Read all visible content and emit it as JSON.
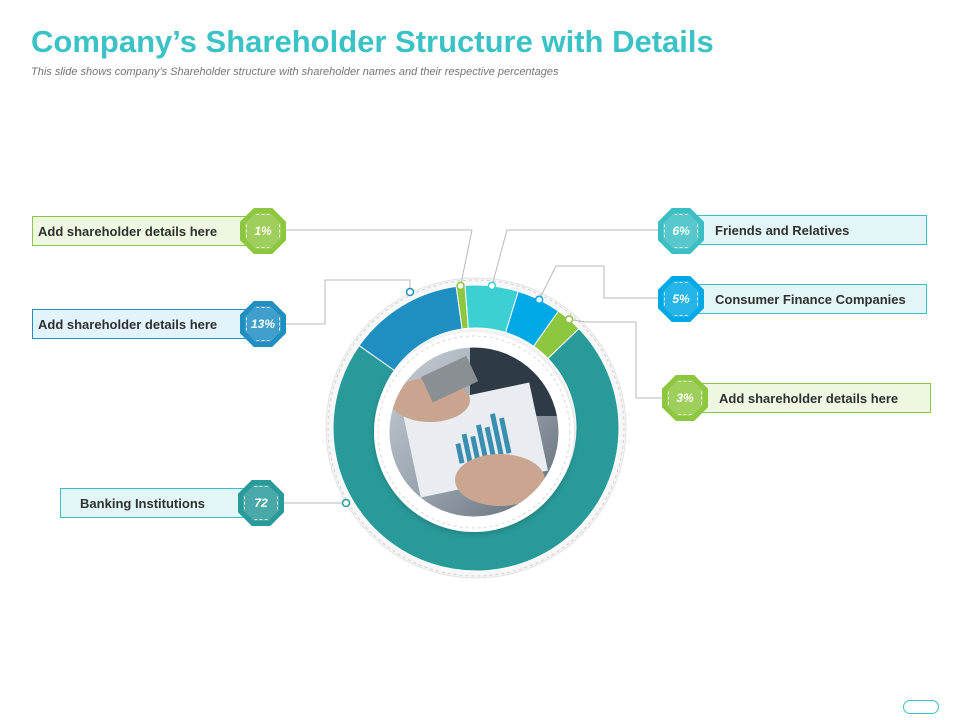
{
  "title": "Company’s Shareholder Structure with Details",
  "subtitle": "This slide shows company’s Shareholder structure with shareholder names and their respective percentages",
  "colors": {
    "title": "#3bc2c6",
    "green": "#8dc63f",
    "teal": "#3cbfc4",
    "sky": "#00a9e6",
    "blue": "#1f8fc2",
    "darkTeal": "#289a99"
  },
  "chart_data": {
    "type": "pie",
    "variant": "donut",
    "center_image": "photo-of-hands-with-charts",
    "slices": [
      {
        "label": "Add shareholder details here",
        "display": "1%",
        "value": 1,
        "color": "#8dc63f"
      },
      {
        "label": "Friends and Relatives",
        "display": "6%",
        "value": 6,
        "color": "#3cd0d2"
      },
      {
        "label": "Consumer Finance Companies",
        "display": "5%",
        "value": 5,
        "color": "#00a9e6"
      },
      {
        "label": "Add shareholder details here",
        "display": "3%",
        "value": 3,
        "color": "#8dc63f"
      },
      {
        "label": "Banking Institutions",
        "display": "72",
        "value": 72,
        "color": "#289a99"
      },
      {
        "label": "Add shareholder details here",
        "display": "13%",
        "value": 13,
        "color": "#1f8fc2"
      }
    ]
  }
}
